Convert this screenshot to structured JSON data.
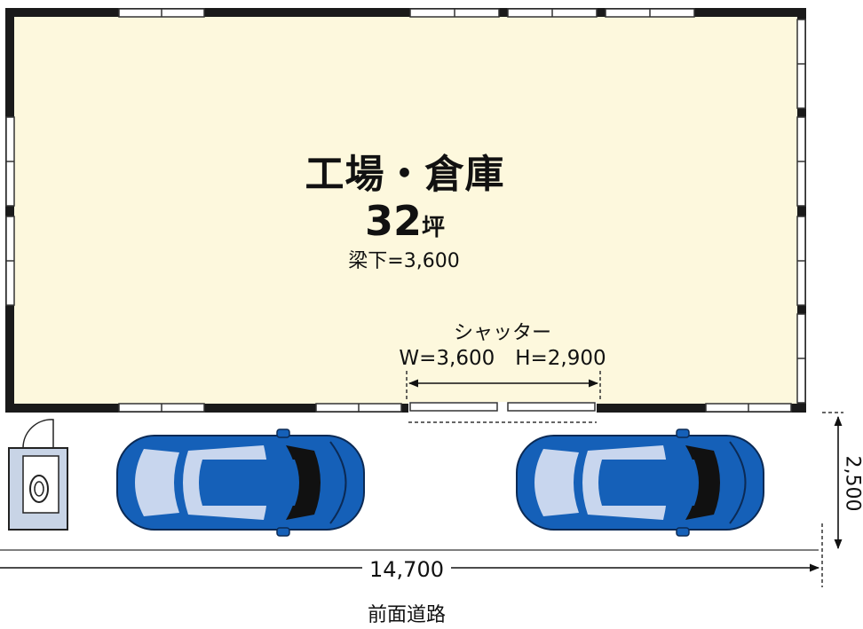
{
  "building": {
    "name": "工場・倉庫",
    "area_value": "32",
    "area_unit": "坪",
    "beam_height": "梁下=3,600",
    "fill_color": "#fdf8dd",
    "wall_color": "#1a1a1a"
  },
  "shutter": {
    "label": "シャッター",
    "size": "W=3,600　H=2,900"
  },
  "dimensions": {
    "width": "14,700",
    "depth": "2,500"
  },
  "road": {
    "label": "前面道路"
  },
  "cars": {
    "count": 2,
    "body_color": "#1560b8",
    "window_color": "#c8d6ee"
  },
  "icons": [
    "building-outline",
    "window-icon",
    "shutter-door",
    "car-icon",
    "toilet-booth-icon",
    "dimension-arrow"
  ]
}
